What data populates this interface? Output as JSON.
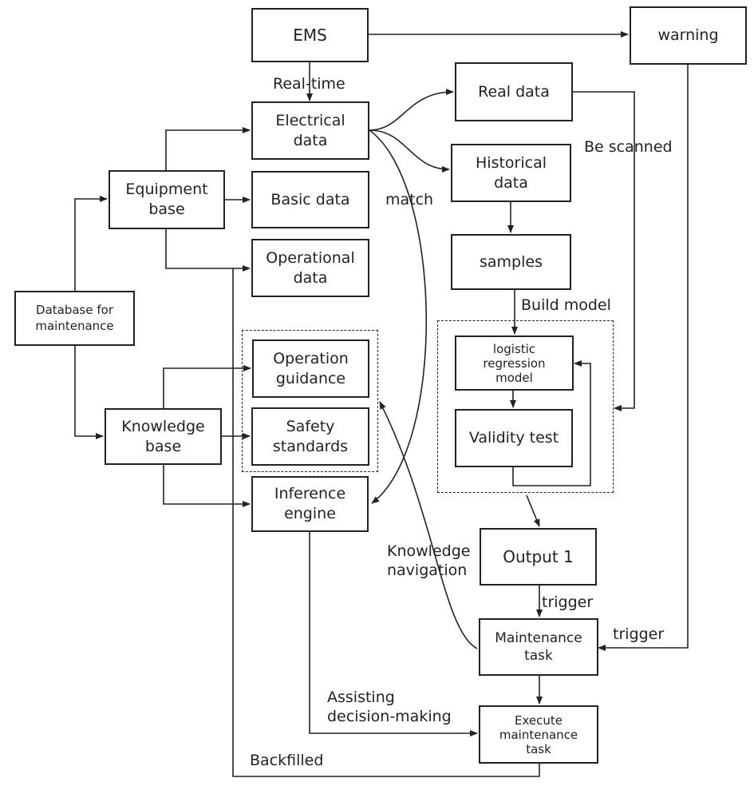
{
  "nodes": {
    "ems": "EMS",
    "warning": "warning",
    "electrical_data": "Electrical\ndata",
    "real_data": "Real data",
    "historical_data": "Historical\ndata",
    "equipment_base": "Equipment\nbase",
    "basic_data": "Basic data",
    "operational_data": "Operational\ndata",
    "samples": "samples",
    "database": "Database for\nmaintenance",
    "operation_guidance": "Operation\nguidance",
    "safety_standards": "Safety\nstandards",
    "knowledge_base": "Knowledge\nbase",
    "inference_engine": "Inference\nengine",
    "logistic_model": "logistic\nregression\nmodel",
    "validity_test": "Validity test",
    "output1": "Output 1",
    "maintenance_task": "Maintenance\ntask",
    "execute_task": "Execute\nmaintenance\ntask"
  },
  "edge_labels": {
    "real_time": "Real-time",
    "be_scanned": "Be scanned",
    "match": "match",
    "build_model": "Build model",
    "knowledge_navigation": "Knowledge\nnavigation",
    "trigger_output": "trigger",
    "trigger_warning": "trigger",
    "assisting": "Assisting\ndecision-making",
    "backfilled": "Backfilled"
  },
  "colors": {
    "stroke": "#222222",
    "background": "#ffffff"
  }
}
